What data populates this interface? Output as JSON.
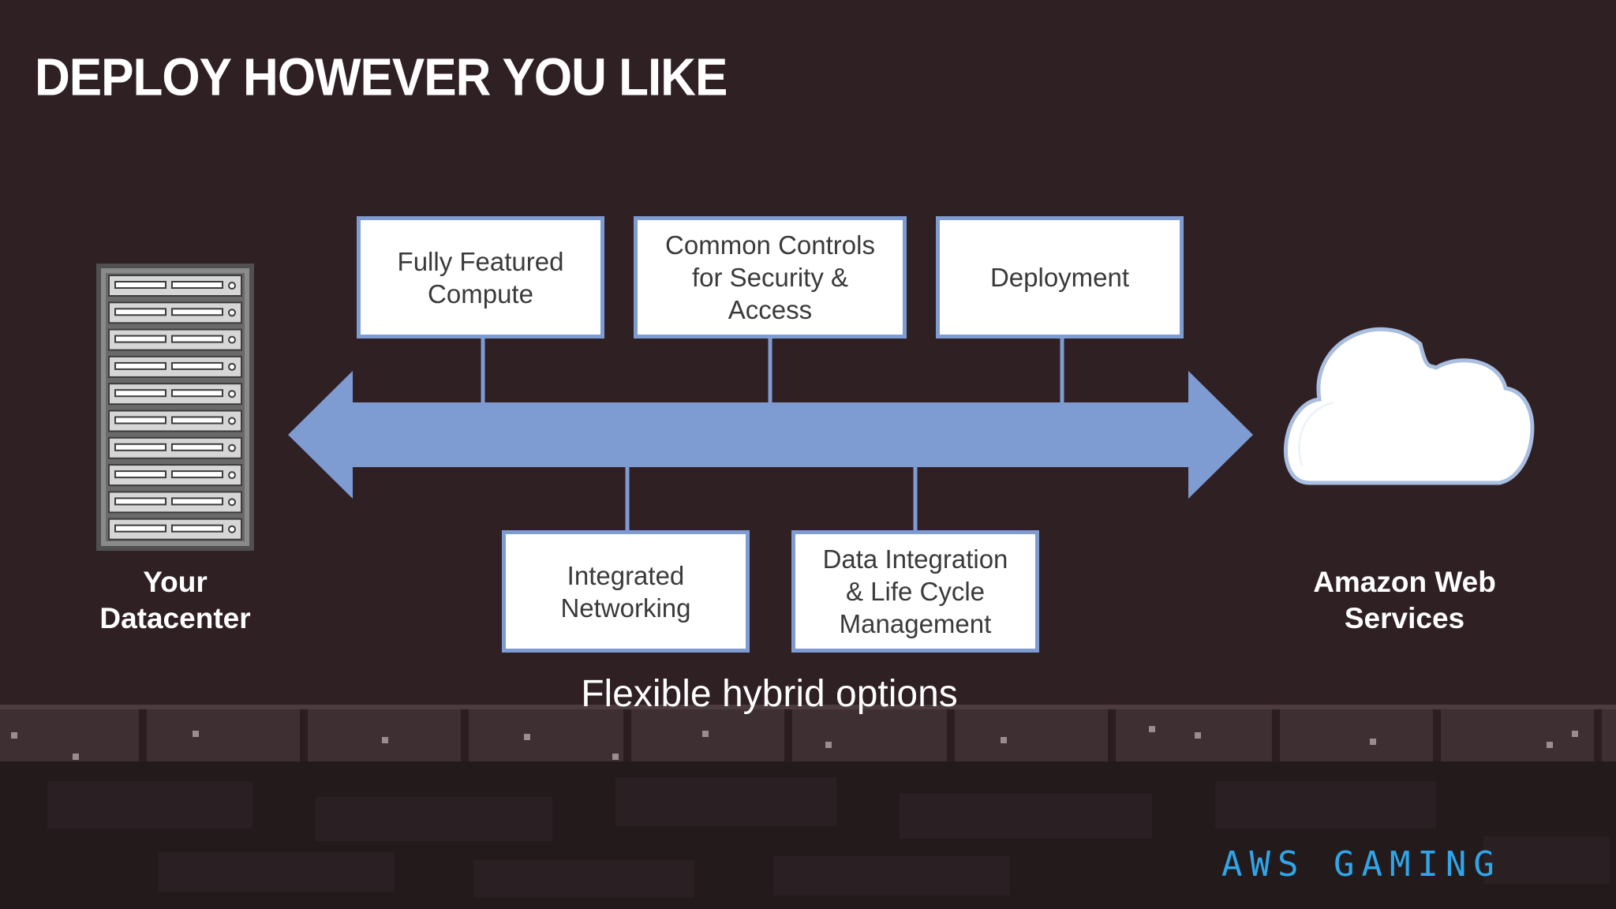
{
  "slide": {
    "title": "DEPLOY HOWEVER YOU LIKE",
    "caption": "Flexible hybrid options",
    "brand": "AWS GAMING"
  },
  "left_endpoint": {
    "icon": "server-rack-icon",
    "label": "Your\nDatacenter"
  },
  "right_endpoint": {
    "icon": "cloud-icon",
    "label": "Amazon Web\nServices"
  },
  "top_boxes": [
    {
      "label": "Fully Featured\nCompute"
    },
    {
      "label": "Common Controls\nfor Security &\nAccess"
    },
    {
      "label": "Deployment"
    }
  ],
  "bottom_boxes": [
    {
      "label": "Integrated\nNetworking"
    },
    {
      "label": "Data Integration\n& Life Cycle\nManagement"
    }
  ],
  "colors": {
    "background": "#2f2024",
    "arrow": "#7e9bd2",
    "box_border": "#7e9bd2",
    "brand": "#2fa6ea"
  }
}
